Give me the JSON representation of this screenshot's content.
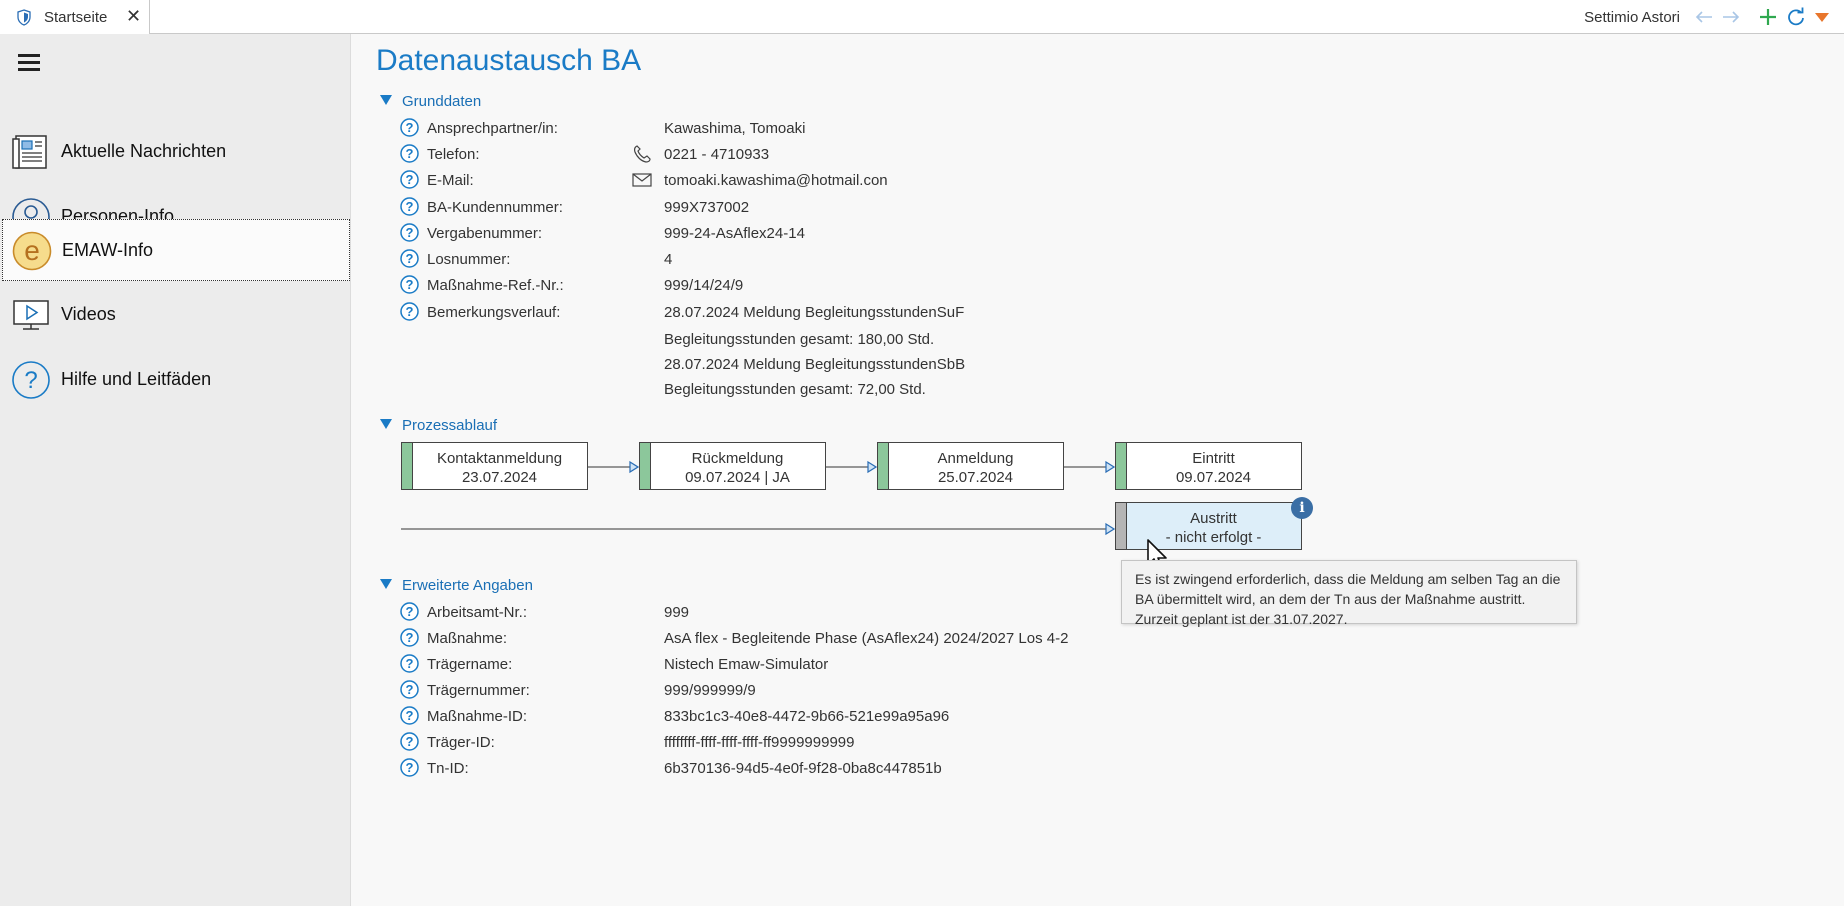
{
  "tab": {
    "label": "Startseite",
    "close": "✕"
  },
  "header": {
    "user": "Settimio Astori"
  },
  "sidebar": {
    "items": [
      {
        "label": "Aktuelle Nachrichten",
        "icon": "newspaper-icon"
      },
      {
        "label": "Personen-Info",
        "icon": "person-icon"
      },
      {
        "label": "EMAW-Info",
        "icon": "emaw-e-icon",
        "active": true
      },
      {
        "label": "Videos",
        "icon": "video-play-icon"
      },
      {
        "label": "Hilfe und Leitfäden",
        "icon": "help-question-icon"
      }
    ]
  },
  "main": {
    "title": "Datenaustausch BA",
    "grunddaten": {
      "heading": "Grunddaten",
      "rows": [
        {
          "label": "Ansprechpartner/in:",
          "value": "Kawashima, Tomoaki"
        },
        {
          "label": "Telefon:",
          "value": "0221 - 4710933"
        },
        {
          "label": "E-Mail:",
          "value": "tomoaki.kawashima@hotmail.con"
        },
        {
          "label": "BA-Kundennummer:",
          "value": "999X737002"
        },
        {
          "label": "Vergabenummer:",
          "value": "999-24-AsAflex24-14"
        },
        {
          "label": "Losnummer:",
          "value": "4"
        },
        {
          "label": "Maßnahme-Ref.-Nr.:",
          "value": "999/14/24/9"
        },
        {
          "label": "Bemerkungsverlauf:",
          "value": "28.07.2024 Meldung BegleitungsstundenSuF"
        }
      ],
      "notes": [
        "Begleitungsstunden gesamt: 180,00 Std.",
        "28.07.2024 Meldung BegleitungsstundenSbB",
        "Begleitungsstunden gesamt: 72,00 Std."
      ]
    },
    "prozess": {
      "heading": "Prozessablauf",
      "steps": [
        {
          "title": "Kontaktanmeldung",
          "detail": "23.07.2024"
        },
        {
          "title": "Rückmeldung",
          "detail": "09.07.2024 | JA"
        },
        {
          "title": "Anmeldung",
          "detail": "25.07.2024"
        },
        {
          "title": "Eintritt",
          "detail": "09.07.2024"
        }
      ],
      "exit": {
        "title": "Austritt",
        "detail": "- nicht erfolgt -",
        "badge": "i"
      },
      "tooltip": "Es ist zwingend erforderlich, dass die Meldung am selben Tag an die BA übermittelt wird, an dem der Tn aus der Maßnahme austritt. Zurzeit geplant ist der 31.07.2027."
    },
    "erweitert": {
      "heading": "Erweiterte Angaben",
      "rows": [
        {
          "label": "Arbeitsamt-Nr.:",
          "value": "999"
        },
        {
          "label": "Maßnahme:",
          "value": "AsA flex - Begleitende Phase (AsAflex24) 2024/2027 Los 4-2"
        },
        {
          "label": "Trägername:",
          "value": "Nistech Emaw-Simulator"
        },
        {
          "label": "Trägernummer:",
          "value": "999/999999/9"
        },
        {
          "label": "Maßnahme-ID:",
          "value": "833bc1c3-40e8-4472-9b66-521e99a95a96"
        },
        {
          "label": "Träger-ID:",
          "value": "ffffffff-ffff-ffff-ffff-ff9999999999"
        },
        {
          "label": "Tn-ID:",
          "value": "6b370136-94d5-4e0f-9f28-0ba8c447851b"
        }
      ]
    }
  },
  "colors": {
    "accent": "#1a7bc6",
    "step_done": "#8cc79b",
    "step_pending": "#b5b5b5",
    "exit_bg": "#ddeef9"
  }
}
